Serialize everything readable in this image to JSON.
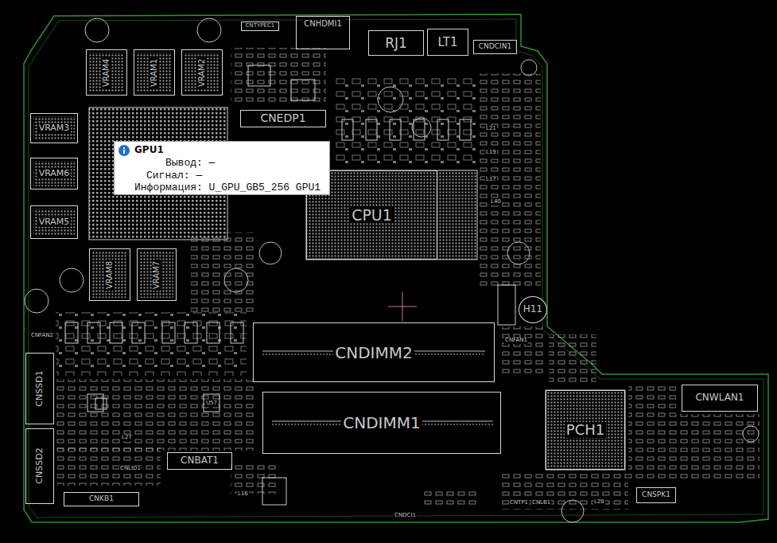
{
  "diagram": {
    "nodes": [
      {
        "text": [
          "CNTYPEC1"
        ]
      },
      {
        "text": [
          "CNHDMI1"
        ]
      },
      {
        "text": [
          "RJ1"
        ]
      },
      {
        "text": [
          "LT1"
        ]
      },
      {
        "text": [
          "CNDCIN1"
        ]
      },
      {
        "text": [
          "VRAM4"
        ]
      },
      {
        "text": [
          "VRAM1"
        ]
      },
      {
        "text": [
          "VRAM2"
        ]
      },
      {
        "text": [
          "CNEDP1"
        ]
      },
      {
        "text": [
          "VRAM3"
        ]
      },
      {
        "text": [
          "VRAM6"
        ]
      },
      {
        "text": [
          "VRAM5"
        ]
      },
      {
        "text": [
          "CPU1"
        ]
      },
      {
        "text": [
          "VRAM8"
        ]
      },
      {
        "text": [
          "VRAM7"
        ]
      },
      {
        "text": [
          "H11"
        ]
      },
      {
        "text": [
          "CNDIMM2"
        ]
      },
      {
        "text": [
          "CNDIMM1"
        ]
      },
      {
        "text": [
          "PCH1"
        ]
      },
      {
        "text": [
          "CNWLAN1"
        ]
      },
      {
        "text": [
          "CNSSD1"
        ]
      },
      {
        "text": [
          "CNSSD2"
        ]
      },
      {
        "text": [
          "CNBAT1"
        ]
      },
      {
        "text": [
          "CNKB1"
        ]
      },
      {
        "text": [
          "CNSPK1"
        ]
      },
      {
        "text": [
          "GPU1",
          "Вывод: —",
          "Сигнал: —",
          "Информация: U_GPU_GB5_256 GPU1"
        ]
      }
    ],
    "labels": [
      "L21",
      "L19",
      "L17",
      "L40",
      "CNFAN2",
      "CNFAN1",
      "L27",
      "U57",
      "CNLID1",
      "L16",
      "CNDCI1",
      "CNTP1",
      "CNLB1",
      "L28"
    ]
  }
}
